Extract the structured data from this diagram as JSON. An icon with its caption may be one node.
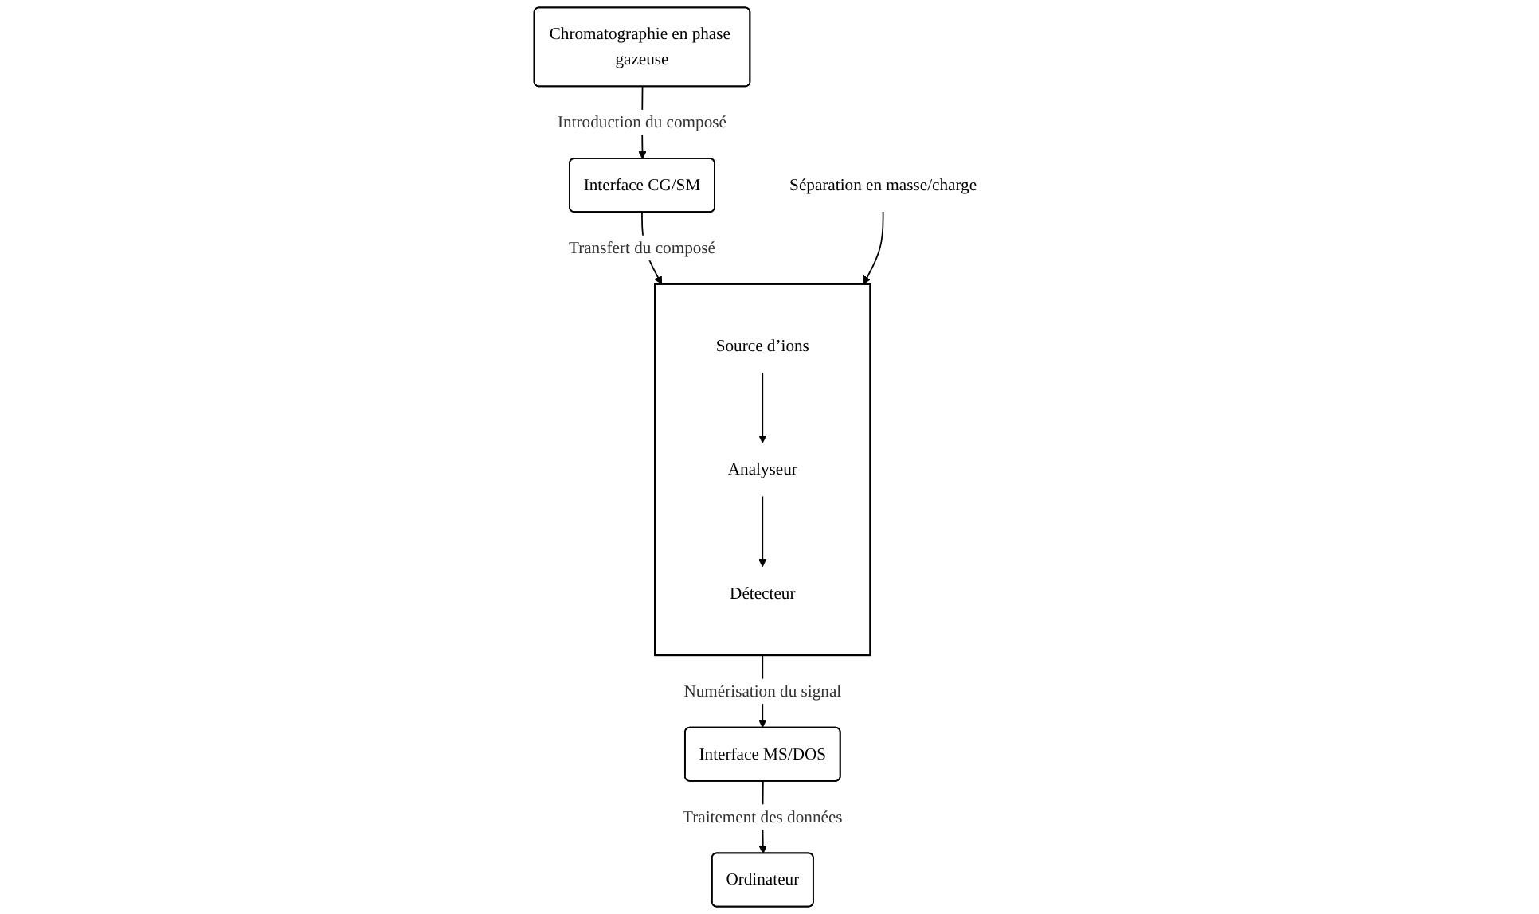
{
  "diagram": {
    "nodes": [
      {
        "text": [
          "Chromatographie en phase gazeuse"
        ]
      },
      {
        "text": [
          "Interface CG/SM"
        ]
      },
      {
        "text": [],
        "shape": "box"
      },
      {
        "text": [
          "Source d’ions"
        ],
        "in": 2
      },
      {
        "text": [
          "Analyseur"
        ],
        "in": 2
      },
      {
        "text": [
          "Détecteur"
        ],
        "in": 2
      },
      {
        "text": [
          "Séparation en masse/charge"
        ]
      },
      {
        "text": [
          "Interface MS/DOS"
        ]
      },
      {
        "text": [
          "Ordinateur"
        ]
      }
    ],
    "edges": [
      {
        "from": 0,
        "to": 1,
        "arrow": "to",
        "label": "Introduction du composé"
      },
      {
        "from": 1,
        "to": 2,
        "arrow": "to",
        "label": "Transfert du composé"
      },
      {
        "from": 3,
        "to": 4,
        "arrow": "to"
      },
      {
        "from": 4,
        "to": 5,
        "arrow": "to"
      },
      {
        "from": 6,
        "to": 2,
        "arrow": "to"
      },
      {
        "from": 2,
        "to": 7,
        "arrow": "to",
        "label": "Numérisation du signal"
      },
      {
        "from": 7,
        "to": 8,
        "arrow": "to",
        "label": "Traitement des données"
      }
    ]
  }
}
